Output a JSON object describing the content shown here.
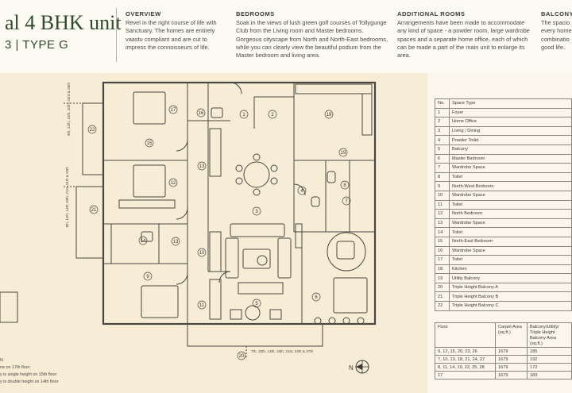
{
  "header": {
    "title": "al 4 BHK unit",
    "subtitle": "3 | TYPE G",
    "columns": [
      {
        "heading": "OVERVIEW",
        "body": "Revel in the right course of life with Sanctuary. The homes are entirely vaastu compliant and are cut to impress the connoisseurs of life."
      },
      {
        "heading": "BEDROOMS",
        "body": "Soak in the views of lush green golf courses of Tollygunge Club from the Living room and Master bedrooms. Gorgeous cityscape from North and North-East bedrooms, while you can clearly view the beautiful podium from the Master bedroom and living area."
      },
      {
        "heading": "ADDITIONAL ROOMS",
        "body": "Arrangements have been made to accommodate any kind of space - a powder room, large wardrobe spaces and a separate home office, each of which can be made a part of the main unit to enlarge its area."
      },
      {
        "heading": "BALCONY",
        "body": "The spacio every home combinatio good life."
      }
    ]
  },
  "plan": {
    "labels": [
      "1",
      "2",
      "3",
      "4",
      "5",
      "6",
      "7",
      "8",
      "9",
      "10",
      "11",
      "12",
      "13",
      "14",
      "15",
      "16",
      "17",
      "18",
      "19",
      "20",
      "21",
      "22"
    ],
    "callouts": {
      "top_left": "9th, 12th, 15th, 20th, 23rd & 26th",
      "mid_left": "8th, 11th, 14th 18th, 21st, 24th & 25th",
      "bottom": "7th, 10th, 13th, 16th, 21st, 24th & 27th"
    },
    "compass": "N"
  },
  "legend": {
    "headers": {
      "no": "No.",
      "space": "Space Type"
    },
    "rows": [
      {
        "no": "1",
        "space": "Foyer"
      },
      {
        "no": "2",
        "space": "Home Office"
      },
      {
        "no": "3",
        "space": "Living / Dining"
      },
      {
        "no": "4",
        "space": "Powder Toilet"
      },
      {
        "no": "5",
        "space": "Balcony"
      },
      {
        "no": "6",
        "space": "Master Bedroom"
      },
      {
        "no": "7",
        "space": "Wardrobe Space"
      },
      {
        "no": "8",
        "space": "Toilet"
      },
      {
        "no": "9",
        "space": "North-West Bedroom"
      },
      {
        "no": "10",
        "space": "Wardrobe Space"
      },
      {
        "no": "11",
        "space": "Toilet"
      },
      {
        "no": "12",
        "space": "North Bedroom"
      },
      {
        "no": "13",
        "space": "Wardrobe Space"
      },
      {
        "no": "14",
        "space": "Toilet"
      },
      {
        "no": "15",
        "space": "North-East Bedroom"
      },
      {
        "no": "16",
        "space": "Wardrobe Space"
      },
      {
        "no": "17",
        "space": "Toilet"
      },
      {
        "no": "18",
        "space": "Kitchen"
      },
      {
        "no": "19",
        "space": "Utility Balcony"
      },
      {
        "no": "20",
        "space": "Triple Height Balcony A"
      },
      {
        "no": "21",
        "space": "Triple Height Balcony B"
      },
      {
        "no": "22",
        "space": "Triple Height Balcony C"
      }
    ]
  },
  "area_table": {
    "headers": {
      "floor": "Floor",
      "carpet": "Carpet Area (sq.ft.)",
      "balcony": "Balcony/Utility/ Triple Height Balcony Area (sq.ft.)"
    },
    "rows": [
      {
        "floor": "9, 12, 15, 20, 23, 26",
        "carpet": "1679",
        "balcony": "185"
      },
      {
        "floor": "7, 10, 13, 18, 21, 24, 27",
        "carpet": "1679",
        "balcony": "192"
      },
      {
        "floor": "8, 11, 14, 19, 22, 25, 28",
        "carpet": "1679",
        "balcony": "172"
      },
      {
        "floor": "17",
        "carpet": "1679",
        "balcony": "183"
      }
    ]
  },
  "notes": [
    "N",
    "ne on 17th floor",
    "y is single height on 15th floor",
    "y is double height on 14th floor"
  ]
}
